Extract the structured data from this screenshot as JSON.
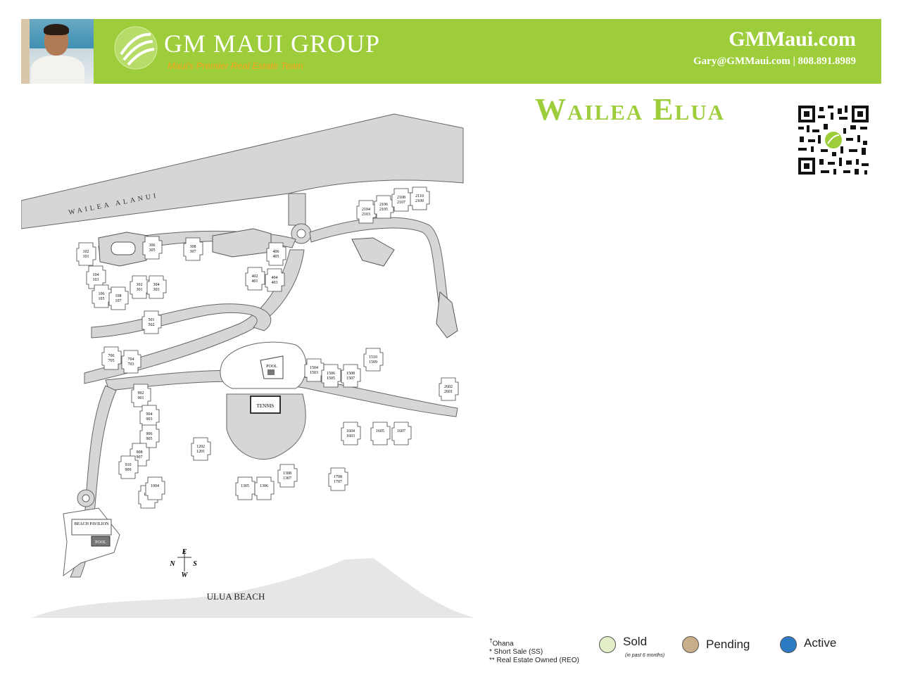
{
  "header": {
    "brand": "GM MAUI GROUP",
    "tagline": "Maui's Premier Real Estate Team",
    "website": "GMMaui.com",
    "contact": "Gary@GMMaui.com | 808.891.8989",
    "brand_color": "#9dcd3b",
    "tagline_color": "#f7a21b"
  },
  "title": "Wailea Elua",
  "map": {
    "road_label": "WAILEA ALANUI",
    "beach_label": "ULUA BEACH",
    "pool_label": "POOL",
    "tennis_label": "TENNIS",
    "pavilion_label": "BEACH PAVILION",
    "beach_pool_label": "POOL",
    "compass": {
      "n": "N",
      "s": "S",
      "e": "E",
      "w": "W"
    },
    "units": [
      {
        "top": "102",
        "bottom": "101"
      },
      {
        "top": "104",
        "bottom": "103"
      },
      {
        "top": "106",
        "bottom": "105"
      },
      {
        "top": "108",
        "bottom": "107"
      },
      {
        "top": "302",
        "bottom": "301"
      },
      {
        "top": "304",
        "bottom": "303"
      },
      {
        "top": "306",
        "bottom": "305"
      },
      {
        "top": "308",
        "bottom": "307"
      },
      {
        "top": "402",
        "bottom": "401"
      },
      {
        "top": "404",
        "bottom": "403"
      },
      {
        "top": "406",
        "bottom": "405"
      },
      {
        "top": "501",
        "bottom": "502"
      },
      {
        "top": "706",
        "bottom": "705"
      },
      {
        "top": "704",
        "bottom": "703"
      },
      {
        "top": "902",
        "bottom": "901"
      },
      {
        "top": "904",
        "bottom": "903"
      },
      {
        "top": "906",
        "bottom": "905"
      },
      {
        "top": "908",
        "bottom": "907"
      },
      {
        "top": "910",
        "bottom": "909"
      },
      {
        "top": "1003",
        "bottom": ""
      },
      {
        "top": "1004",
        "bottom": ""
      },
      {
        "top": "1305",
        "bottom": ""
      },
      {
        "top": "1306",
        "bottom": ""
      },
      {
        "top": "1308",
        "bottom": "1307"
      },
      {
        "top": "1504",
        "bottom": "1503"
      },
      {
        "top": "1506",
        "bottom": "1505"
      },
      {
        "top": "1508",
        "bottom": "1507"
      },
      {
        "top": "1510",
        "bottom": "1509"
      },
      {
        "top": "1605",
        "bottom": ""
      },
      {
        "top": "1607",
        "bottom": ""
      },
      {
        "top": "1604",
        "bottom": "1603"
      },
      {
        "top": "1708",
        "bottom": "1707"
      },
      {
        "top": "2104",
        "bottom": "2103"
      },
      {
        "top": "2106",
        "bottom": "2105"
      },
      {
        "top": "2108",
        "bottom": "2107"
      },
      {
        "top": "2110",
        "bottom": "2109"
      },
      {
        "top": "2602",
        "bottom": "2601"
      },
      {
        "top": "1202",
        "bottom": "1201"
      }
    ]
  },
  "legend": {
    "notes": [
      "Ohana",
      "* Short Sale (SS)",
      "** Real Estate Owned (REO)"
    ],
    "note_mark": "†",
    "items": [
      {
        "label": "Sold",
        "color": "#e3efc8"
      },
      {
        "label": "Pending",
        "color": "#c9ae8a"
      },
      {
        "label": "Active",
        "color": "#2a7bc4"
      }
    ],
    "sold_sublabel": "(in past 6 months)"
  }
}
